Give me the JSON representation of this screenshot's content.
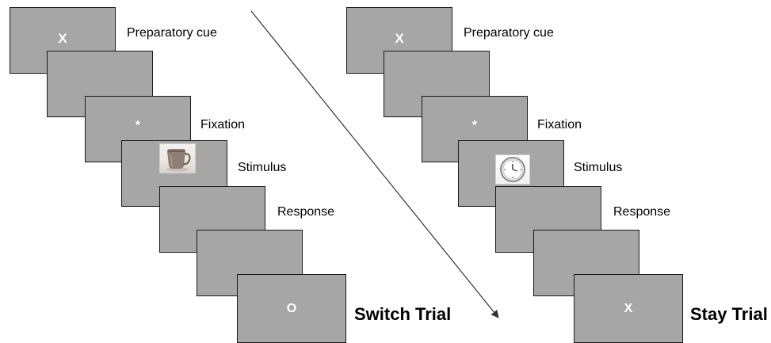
{
  "steps": {
    "preparatory_cue": "Preparatory cue",
    "fixation": "Fixation",
    "stimulus": "Stimulus",
    "response": "Response"
  },
  "switch_trial": {
    "title": "Switch Trial",
    "cue_symbol": "X",
    "fixation_symbol": "*",
    "stimulus_image": "teacup-icon",
    "feedback_symbol": "O"
  },
  "stay_trial": {
    "title": "Stay Trial",
    "cue_symbol": "X",
    "fixation_symbol": "*",
    "stimulus_image": "wall-clock-icon",
    "feedback_symbol": "X"
  },
  "colors": {
    "screen_fill": "#a6a6a6",
    "screen_border": "#1a1a1a",
    "symbol": "#ffffff"
  }
}
